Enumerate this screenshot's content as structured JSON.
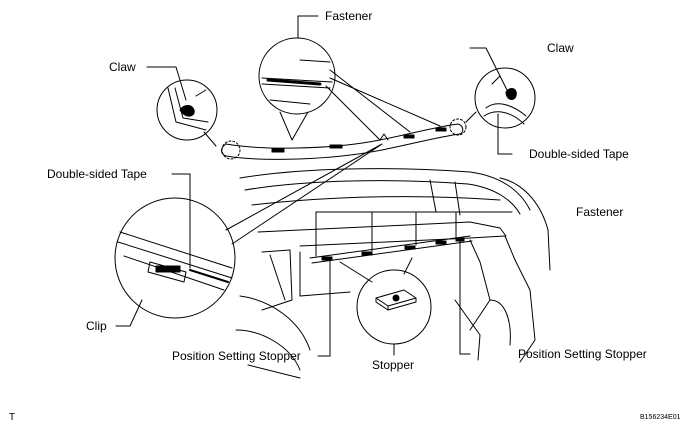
{
  "labels": {
    "fastener_top": "Fastener",
    "claw_left": "Claw",
    "claw_right": "Claw",
    "double_sided_tape_left": "Double-sided Tape",
    "double_sided_tape_right": "Double-sided Tape",
    "fastener_right": "Fastener",
    "clip": "Clip",
    "position_setting_stopper_left": "Position Setting Stopper",
    "stopper": "Stopper",
    "position_setting_stopper_right": "Position Setting Stopper"
  },
  "footer": {
    "corner_mark": "T",
    "figure_code": "B156234E01"
  },
  "colors": {
    "line": "#000000",
    "background": "#ffffff"
  }
}
